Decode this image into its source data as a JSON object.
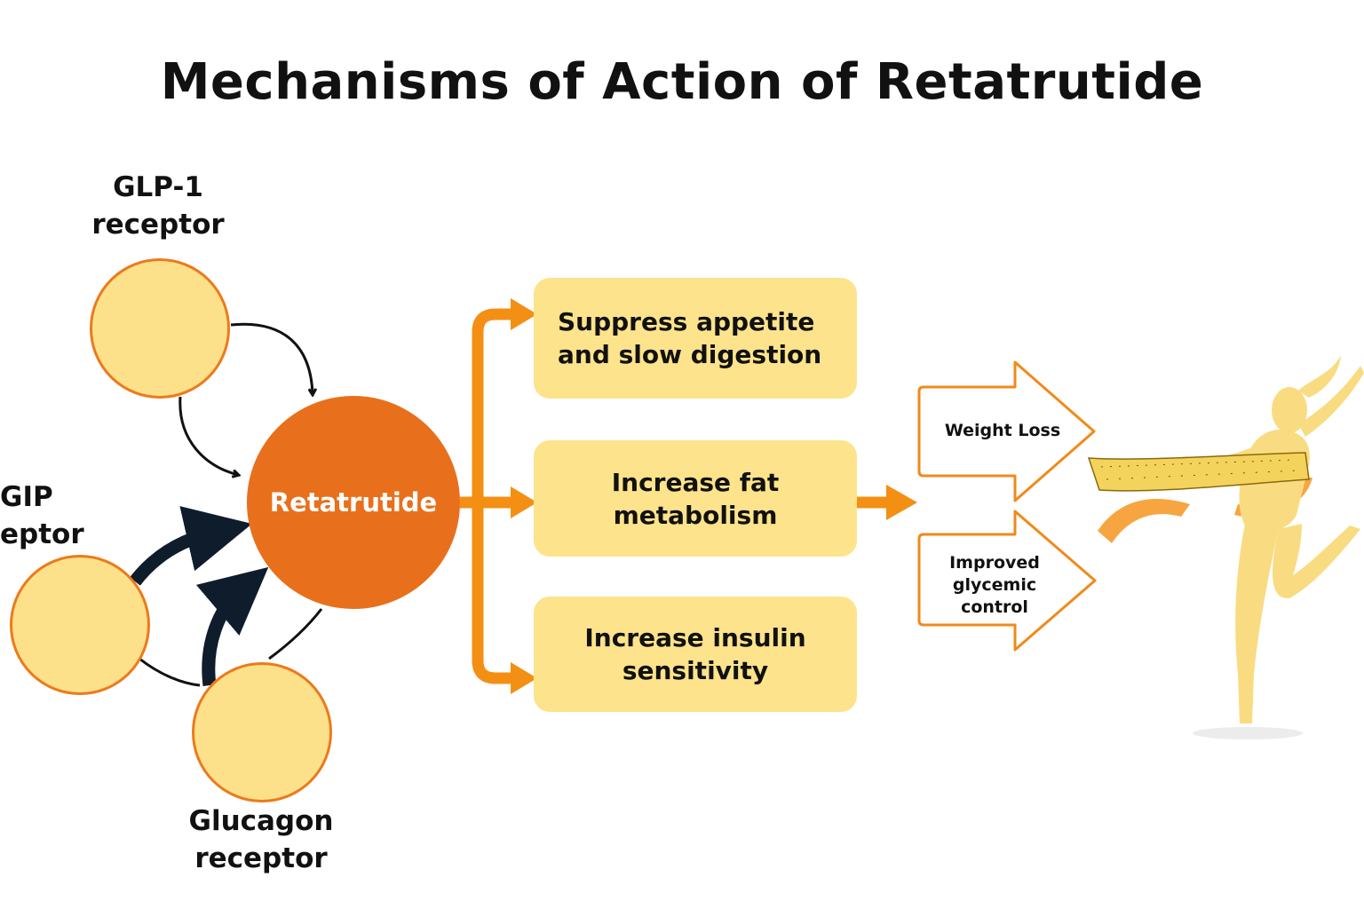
{
  "title": "Mechanisms of Action of Retatrutide",
  "receptors": {
    "glp1": {
      "line1": "GLP-1",
      "line2": "receptor"
    },
    "gip": {
      "line1": "GIP",
      "line2": "eptor"
    },
    "glucagon": {
      "line1": "Glucagon",
      "line2": "receptor"
    }
  },
  "drug": {
    "label": "Retatrutide"
  },
  "effects": [
    {
      "line1": "Suppress appetite",
      "line2": "and slow digestion"
    },
    {
      "line1": "Increase fat",
      "line2": "metabolism"
    },
    {
      "line1": "Increase insulin",
      "line2": "sensitivity"
    }
  ],
  "outcomes": [
    {
      "line1": "Weight Loss"
    },
    {
      "line1": "Improved",
      "line2": "glycemic",
      "line3": "control"
    }
  ],
  "illustration": {
    "icon": "dancing-figure-with-measuring-tape-icon"
  },
  "colors": {
    "receptor_fill": "#fde18a",
    "receptor_border": "#ec7a1c",
    "drug_fill": "#e8701c",
    "effect_fill": "#fde38b",
    "arrow_orange": "#f39014",
    "arrow_dark": "#0f1c2c",
    "figure_fill": "#f9dc82"
  }
}
